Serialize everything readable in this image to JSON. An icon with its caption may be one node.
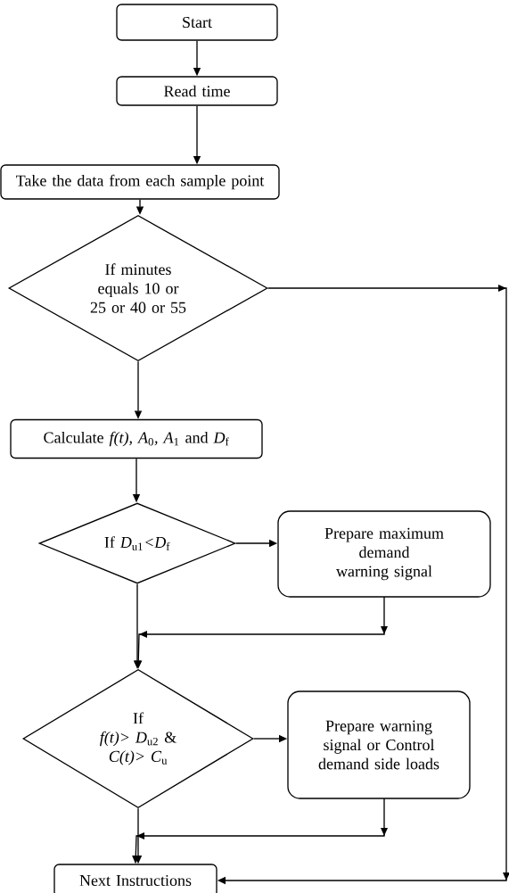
{
  "diagram": {
    "nodes": [
      {
        "text": [
          "Start"
        ]
      },
      {
        "text": [
          "Read time"
        ]
      },
      {
        "text": [
          "Take the data from each sample point"
        ]
      },
      {
        "text": [
          "If minutes equals 10 or 25 or 40 or 55"
        ]
      },
      {
        "text": [
          "Calculate *f(t), A*$_{0}$*, A*$_{1}$ and *D*$_{f}$"
        ]
      },
      {
        "text": [
          "If *D*$_{u1}$*<D*$_{f}$"
        ]
      },
      {
        "text": [
          "Prepare maximum demand warning signal"
        ]
      },
      {
        "text": [
          "If",
          "*f(t)> D*$_{u2}$ & *C(t)> C*$_{u}$"
        ]
      },
      {
        "text": [
          "Prepare warning signal or Control demand side loads"
        ]
      },
      {
        "text": [
          "Next Instructions"
        ]
      }
    ],
    "edges": [
      {
        "from": 0,
        "to": 1,
        "arrow": "to"
      },
      {
        "from": 1,
        "to": 2,
        "arrow": "to"
      },
      {
        "from": 2,
        "to": 3,
        "arrow": "to"
      },
      {
        "from": 3,
        "to": 4,
        "arrow": "to"
      },
      {
        "from": 3,
        "to": 9,
        "arrow": "to"
      },
      {
        "from": 4,
        "to": 5,
        "arrow": "to"
      },
      {
        "from": 5,
        "to": 6,
        "arrow": "to"
      },
      {
        "from": 5,
        "to": 7,
        "arrow": "to"
      },
      {
        "from": 6,
        "to": 7,
        "arrow": "to"
      },
      {
        "from": 7,
        "to": 8,
        "arrow": "to"
      },
      {
        "from": 7,
        "to": 9,
        "arrow": "to"
      },
      {
        "from": 8,
        "to": 9,
        "arrow": "to"
      }
    ]
  }
}
